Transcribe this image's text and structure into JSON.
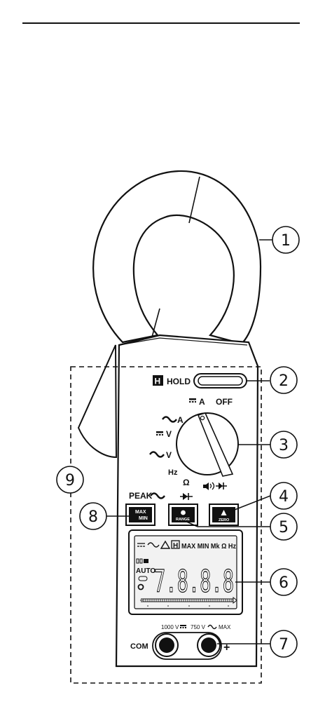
{
  "callouts": [
    "1",
    "2",
    "3",
    "4",
    "5",
    "6",
    "7",
    "8",
    "9"
  ],
  "labels": {
    "hold": "HOLD",
    "hold_badge": "H",
    "off": "OFF",
    "dc_a": "A",
    "ac_a": "A",
    "dc_v": "V",
    "ac_v": "V",
    "hz": "Hz",
    "ohm": "Ω",
    "peak": "PEAK",
    "max_min_top": "MAX",
    "max_min_bottom": "MIN",
    "range": "RANGE",
    "zero": "ZERO",
    "com": "COM",
    "plus": "+",
    "jack_rating_left": "1000 V",
    "jack_rating_right": "750 V",
    "jack_rating_max": "MAX"
  },
  "display": {
    "annunciators": "MAX MIN Mk Ω Hz",
    "hold_badge": "H",
    "auto": "AUTO",
    "digits": "7.8.8.8"
  },
  "colors": {
    "ink": "#111111",
    "paper": "#ffffff",
    "lcd_fill": "#f2f2f2"
  }
}
